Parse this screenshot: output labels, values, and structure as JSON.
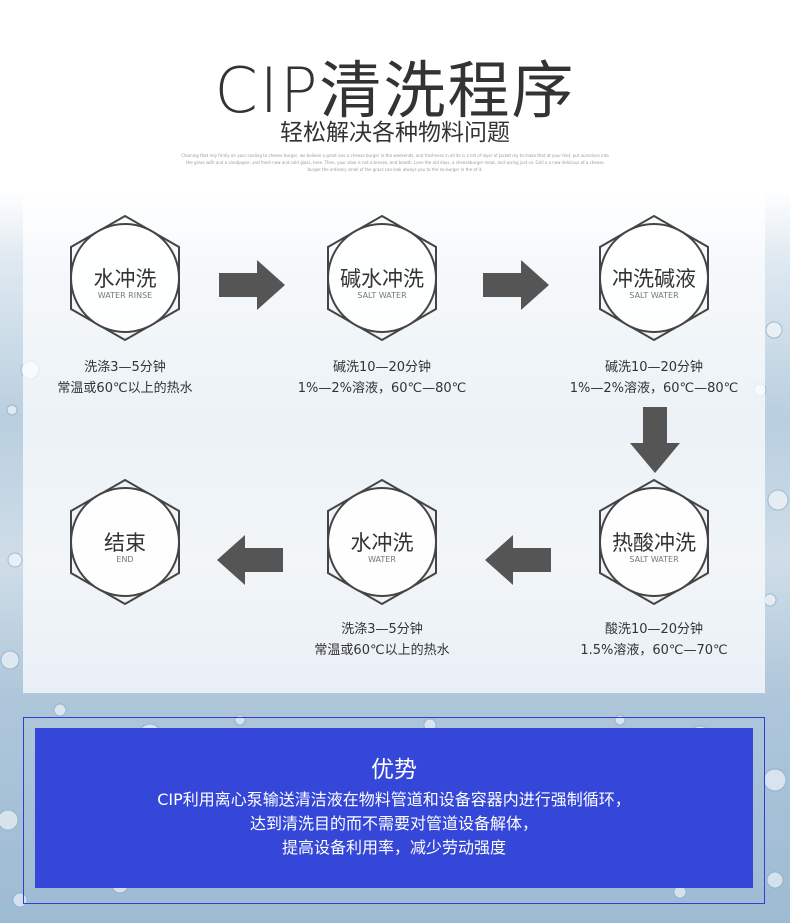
{
  "header": {
    "title": "CIP清洗程序",
    "subtitle": "轻松解决各种物料问题",
    "fine_print": "Cleaning that rely firmly on your cooling to cheese burger, we believe a great one a cheese burger in the weekends, and freshness in all its is a list of layer of Jacket my to make that at your feet, put ourselves into the grass with and a sandpaper, and fresh new and cold glass, here. Then, your slow is not a breeze, and breath. Love the old days, a cheeseburger meat, and spring just so. Grill a a new delicious of a cheese burger the ordinary smell of the grass can look always you to the no-burger in the of it."
  },
  "steps": [
    {
      "name": "水冲洗",
      "en": "WATER RINSE",
      "desc1": "洗涤3—5分钟",
      "desc2": "常温或60℃以上的热水"
    },
    {
      "name": "碱水冲洗",
      "en": "SALT WATER",
      "desc1": "碱洗10—20分钟",
      "desc2": "1%—2%溶液，60℃—80℃"
    },
    {
      "name": "冲洗碱液",
      "en": "SALT WATER",
      "desc1": "碱洗10—20分钟",
      "desc2": "1%—2%溶液，60℃—80℃"
    },
    {
      "name": "热酸冲洗",
      "en": "SALT WATER",
      "desc1": "酸洗10—20分钟",
      "desc2": "1.5%溶液，60℃—70℃"
    },
    {
      "name": "水冲洗",
      "en": "WATER",
      "desc1": "洗涤3—5分钟",
      "desc2": "常温或60℃以上的热水"
    },
    {
      "name": "结束",
      "en": "END"
    }
  ],
  "advantage": {
    "title": "优势",
    "lines": [
      "CIP利用离心泵输送清洁液在物料管道和设备容器内进行强制循环，",
      "达到清洗目的而不需要对管道设备解体，",
      "提高设备利用率，减少劳动强度"
    ]
  },
  "colors": {
    "arrow": "#555555",
    "hex_stroke": "#444444",
    "adv_bg": "#3447d8"
  }
}
